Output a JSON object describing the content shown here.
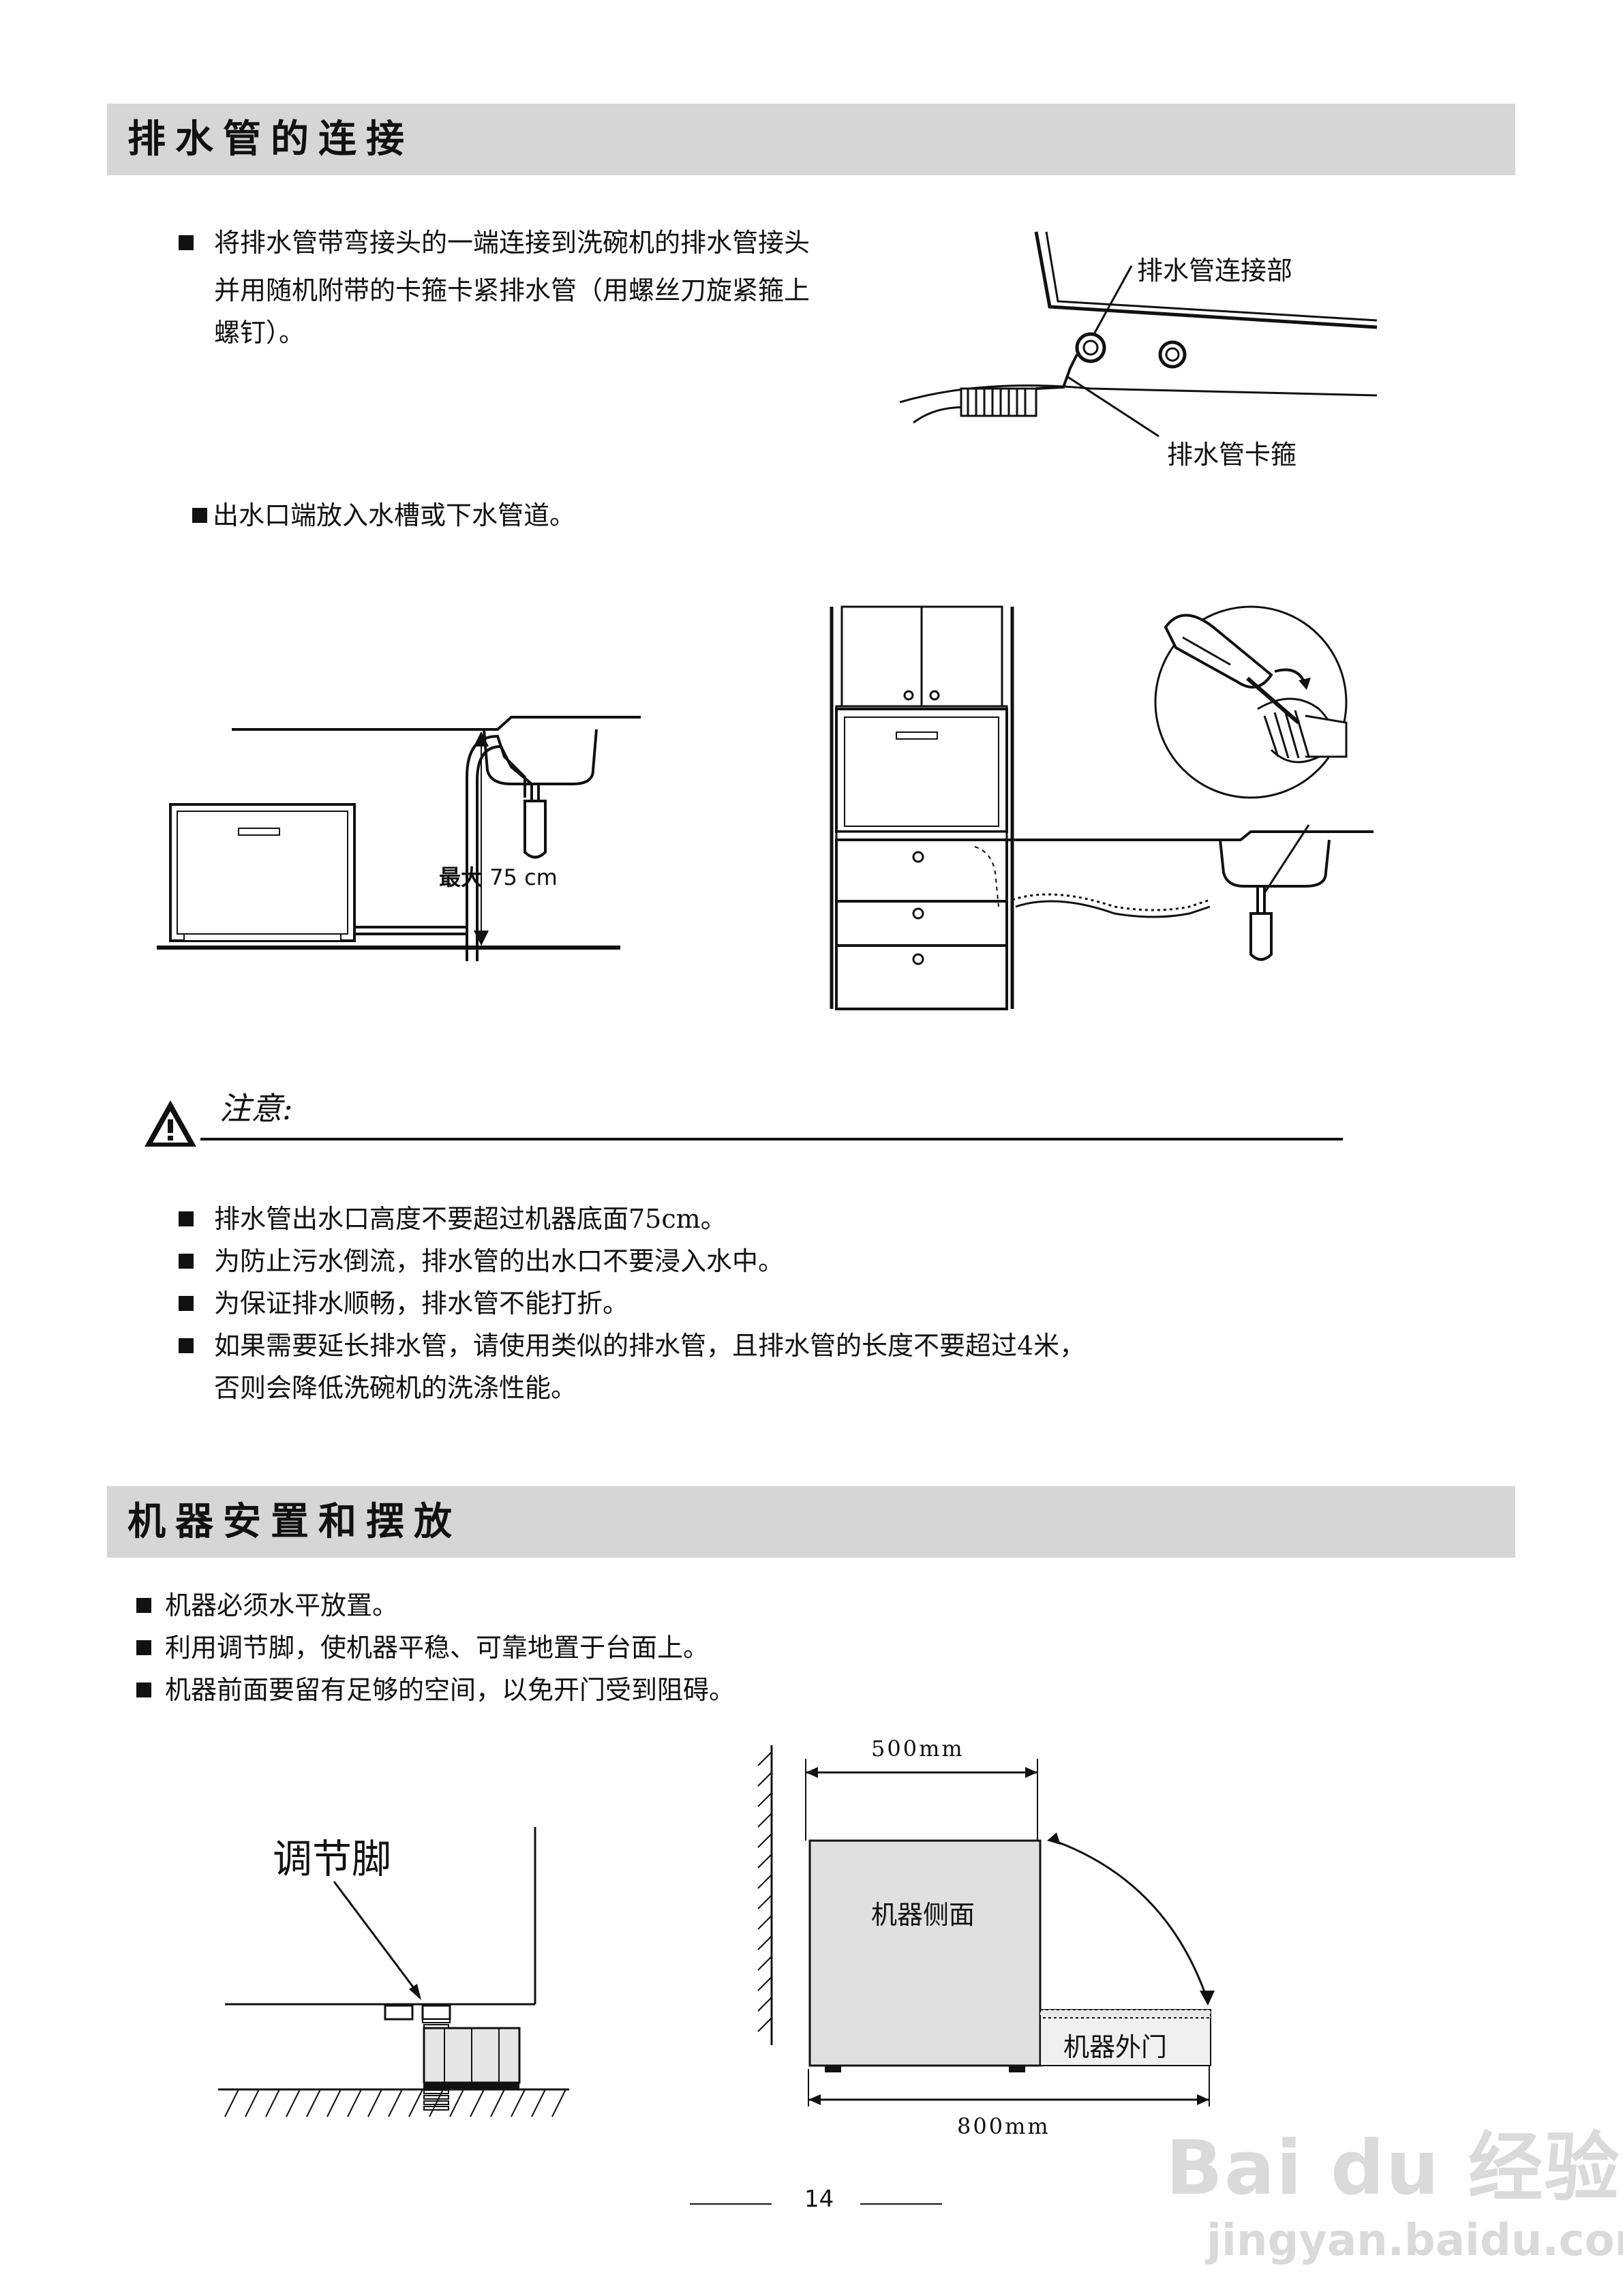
{
  "section1": {
    "title": "排水管的连接",
    "para1_line1": "将排水管带弯接头的一端连接到洗碗机的排水管接头",
    "para1_line2": "并用随机附带的卡箍卡紧排水管（用螺丝刀旋紧箍上",
    "para1_line3": "螺钉）。",
    "label_connection": "排水管连接部",
    "label_clamp": "排水管卡箍",
    "para2": "出水口端放入水槽或下水管道。",
    "max_label": "最大",
    "max_value": "75 cm"
  },
  "caution": {
    "title": "注意:",
    "items": [
      "排水管出水口高度不要超过机器底面75cm。",
      "为防止污水倒流，排水管的出水口不要浸入水中。",
      "为保证排水顺畅，排水管不能打折。",
      "如果需要延长排水管，请使用类似的排水管，且排水管的长度不要超过4米，"
    ],
    "item4_cont": "否则会降低洗碗机的洗涤性能。"
  },
  "section2": {
    "title": "机器安置和摆放",
    "items": [
      "机器必须水平放置。",
      "利用调节脚，使机器平稳、可靠地置于台面上。",
      "机器前面要留有足够的空间，以免开门受到阻碍。"
    ],
    "label_foot": "调节脚",
    "dim_top": "500mm",
    "label_side": "机器侧面",
    "label_door": "机器外门",
    "dim_bottom": "800mm"
  },
  "footer": {
    "page_number": "14"
  },
  "watermark": {
    "brand": "Bai du 经验",
    "url": "jingyan.baidu.com"
  }
}
